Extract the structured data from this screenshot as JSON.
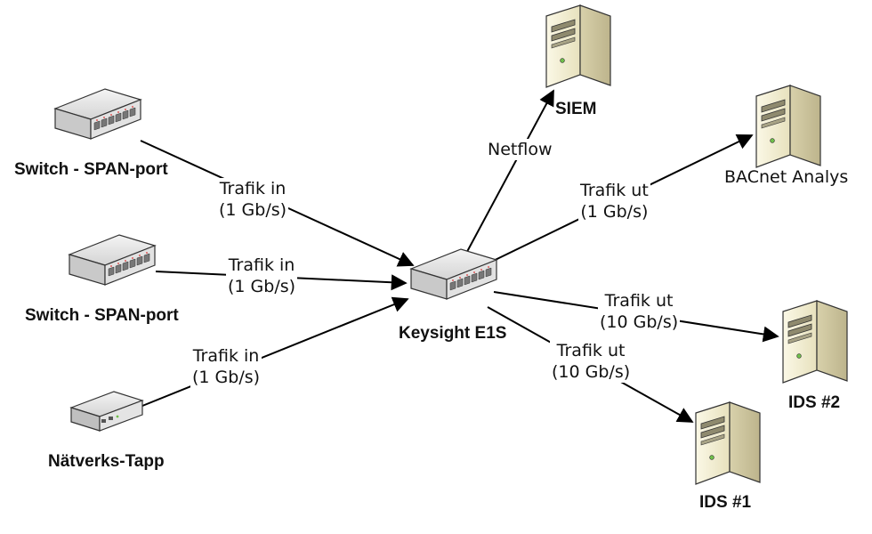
{
  "nodes": {
    "switch1": {
      "label": "Switch - SPAN-port",
      "icon": "switch-icon"
    },
    "switch2": {
      "label": "Switch - SPAN-port",
      "icon": "switch-icon"
    },
    "tap": {
      "label": "Nätverks-Tapp",
      "icon": "network-tap-icon"
    },
    "center": {
      "label": "Keysight E1S",
      "icon": "switch-icon"
    },
    "siem": {
      "label": "SIEM",
      "icon": "server-icon"
    },
    "bacnet": {
      "label": "BACnet Analys",
      "icon": "server-icon"
    },
    "ids2": {
      "label": "IDS #2",
      "icon": "server-icon"
    },
    "ids1": {
      "label": "IDS #1",
      "icon": "server-icon"
    }
  },
  "edges": {
    "in1": {
      "line1": "Trafik in",
      "line2": "(1 Gb/s)"
    },
    "in2": {
      "line1": "Trafik in",
      "line2": "(1 Gb/s)"
    },
    "in3": {
      "line1": "Trafik in",
      "line2": "(1 Gb/s)"
    },
    "netflow": {
      "line1": "Netflow"
    },
    "out_bacnet": {
      "line1": "Trafik ut",
      "line2": "(1 Gb/s)"
    },
    "out_ids2": {
      "line1": "Trafik ut",
      "line2": "(10 Gb/s)"
    },
    "out_ids1": {
      "line1": "Trafik ut",
      "line2": "(10 Gb/s)"
    }
  },
  "colors": {
    "device_body": "#e8e8e8",
    "device_dark": "#9a9a9a",
    "server_cream": "#f3efd6",
    "server_dark": "#c9c2a0",
    "line": "#000000"
  }
}
